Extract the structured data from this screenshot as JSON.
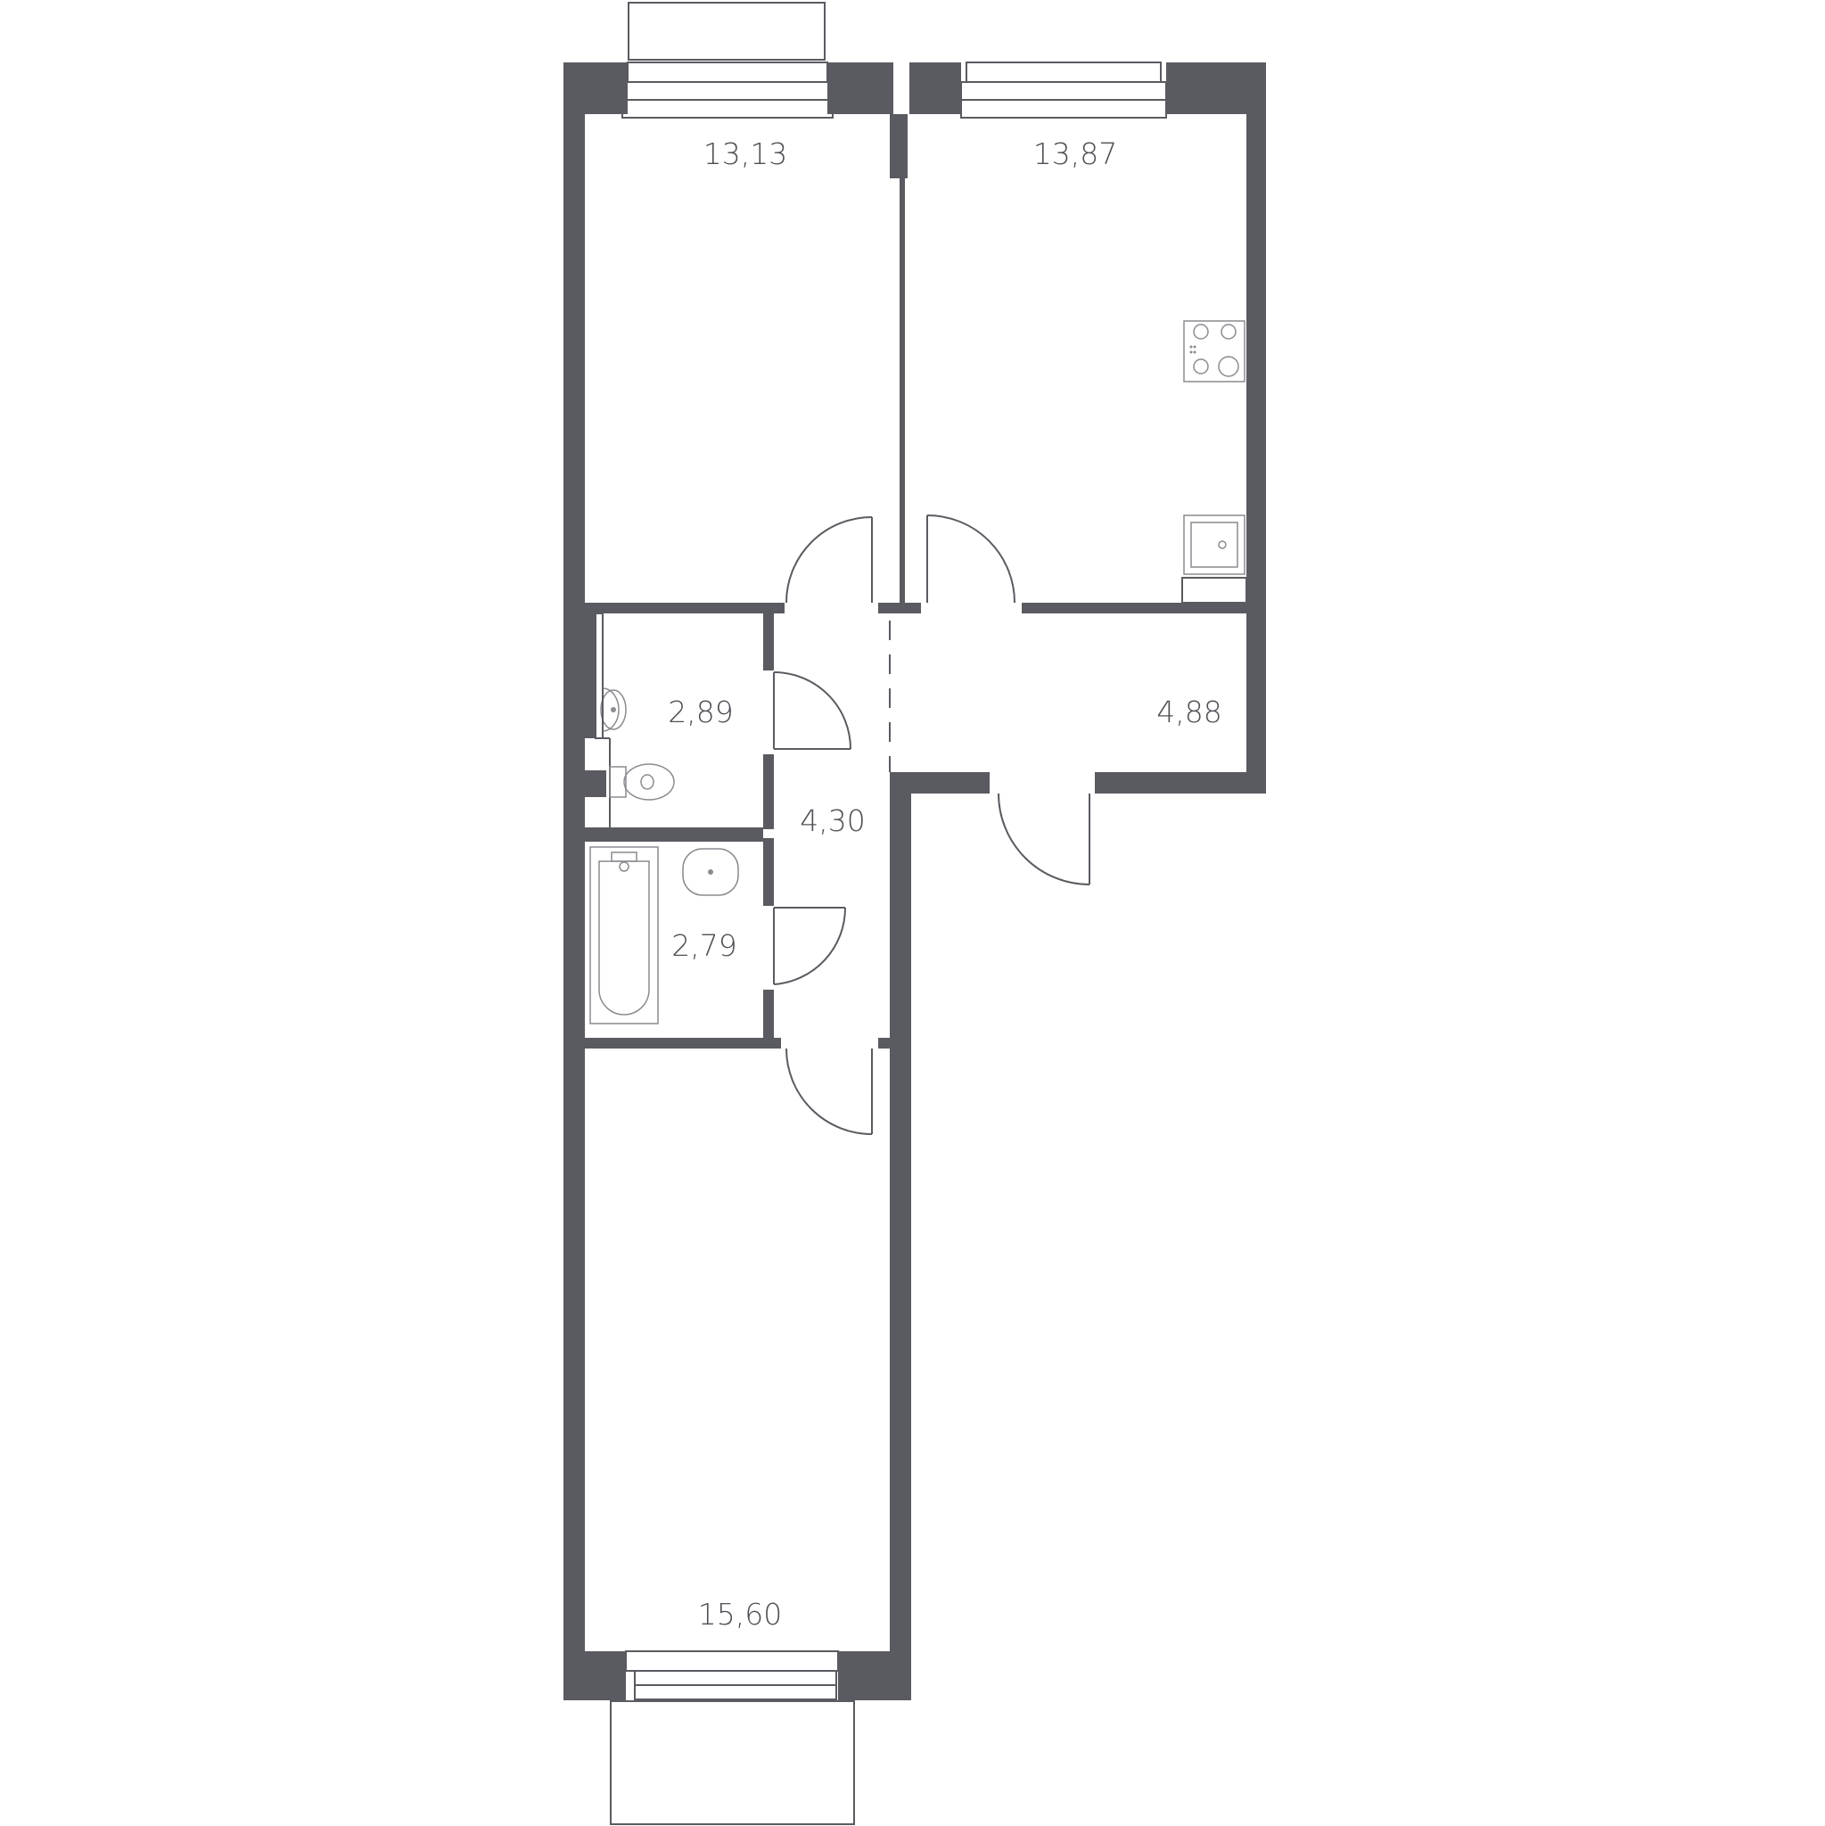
{
  "rooms": [
    {
      "id": "room-top-left",
      "area": "13,13"
    },
    {
      "id": "kitchen",
      "area": "13,87"
    },
    {
      "id": "toilet",
      "area": "2,89"
    },
    {
      "id": "hall",
      "area": "4,88"
    },
    {
      "id": "corridor",
      "area": "4,30"
    },
    {
      "id": "bathroom",
      "area": "2,79"
    },
    {
      "id": "room-bottom",
      "area": "15,60"
    }
  ],
  "colors": {
    "wall": "#5a5b61",
    "fixture": "#8a8b90",
    "label": "#4e4f55"
  }
}
